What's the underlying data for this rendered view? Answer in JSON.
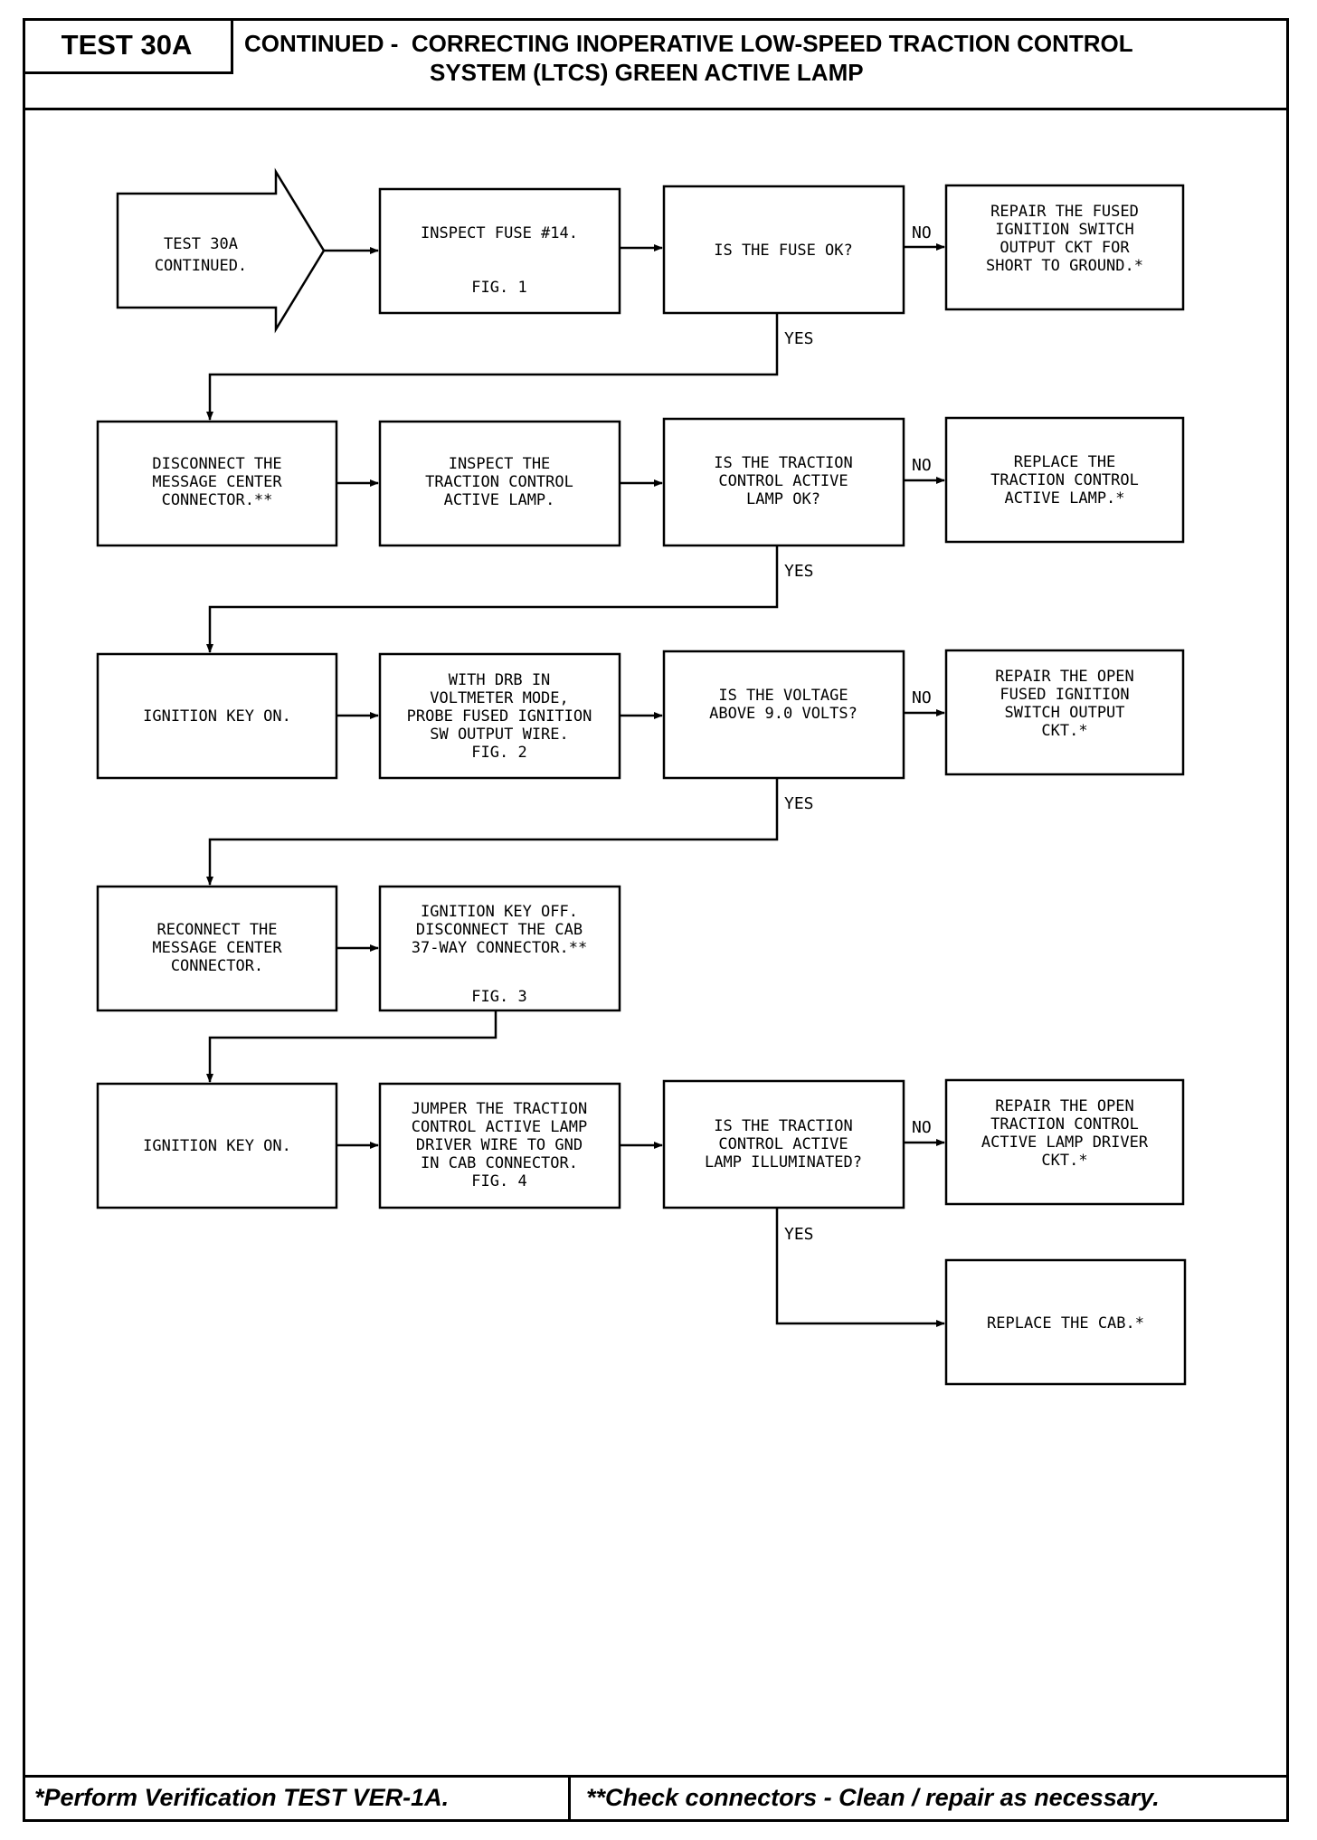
{
  "header": {
    "test_id": "TEST 30A",
    "title_line1": "CONTINUED -  CORRECTING INOPERATIVE LOW-SPEED TRACTION CONTROL",
    "title_line2": "SYSTEM (LTCS) GREEN ACTIVE LAMP"
  },
  "flow": {
    "start": [
      "TEST 30A",
      "CONTINUED."
    ],
    "inspect_fuse": [
      "INSPECT FUSE #14.",
      "FIG. 1"
    ],
    "q_fuse_ok": [
      "IS THE FUSE OK?"
    ],
    "repair_short": [
      "REPAIR THE FUSED",
      "IGNITION SWITCH",
      "OUTPUT CKT FOR",
      "SHORT TO GROUND.*"
    ],
    "disconnect_msg": [
      "DISCONNECT THE",
      "MESSAGE CENTER",
      "CONNECTOR.**"
    ],
    "inspect_lamp": [
      "INSPECT THE",
      "TRACTION CONTROL",
      "ACTIVE LAMP."
    ],
    "q_lamp_ok": [
      "IS THE TRACTION",
      "CONTROL ACTIVE",
      "LAMP OK?"
    ],
    "replace_lamp": [
      "REPLACE THE",
      "TRACTION CONTROL",
      "ACTIVE LAMP.*"
    ],
    "ign_on_1": [
      "IGNITION KEY ON."
    ],
    "probe_voltage": [
      "WITH DRB IN",
      "VOLTMETER MODE,",
      "PROBE FUSED IGNITION",
      "SW OUTPUT WIRE.",
      "FIG. 2"
    ],
    "q_voltage": [
      "IS THE VOLTAGE",
      "ABOVE 9.0 VOLTS?"
    ],
    "repair_open_ign": [
      "REPAIR THE OPEN",
      "FUSED IGNITION",
      "SWITCH OUTPUT",
      "CKT.*"
    ],
    "reconnect_msg": [
      "RECONNECT THE",
      "MESSAGE CENTER",
      "CONNECTOR."
    ],
    "ign_off_cab": [
      "IGNITION KEY OFF.",
      "DISCONNECT THE CAB",
      "37-WAY CONNECTOR.**",
      "FIG. 3"
    ],
    "ign_on_2": [
      "IGNITION KEY ON."
    ],
    "jumper": [
      "JUMPER THE TRACTION",
      "CONTROL ACTIVE LAMP",
      "DRIVER WIRE TO GND",
      "IN CAB CONNECTOR.",
      "FIG. 4"
    ],
    "q_illuminated": [
      "IS THE TRACTION",
      "CONTROL ACTIVE",
      "LAMP ILLUMINATED?"
    ],
    "repair_driver": [
      "REPAIR THE OPEN",
      "TRACTION CONTROL",
      "ACTIVE LAMP DRIVER",
      "CKT.*"
    ],
    "replace_cab": [
      "REPLACE THE CAB.*"
    ]
  },
  "labels": {
    "no": "NO",
    "yes": "YES"
  },
  "footer": {
    "left": "*Perform Verification TEST VER-1A.",
    "right": "**Check connectors - Clean / repair as necessary."
  }
}
